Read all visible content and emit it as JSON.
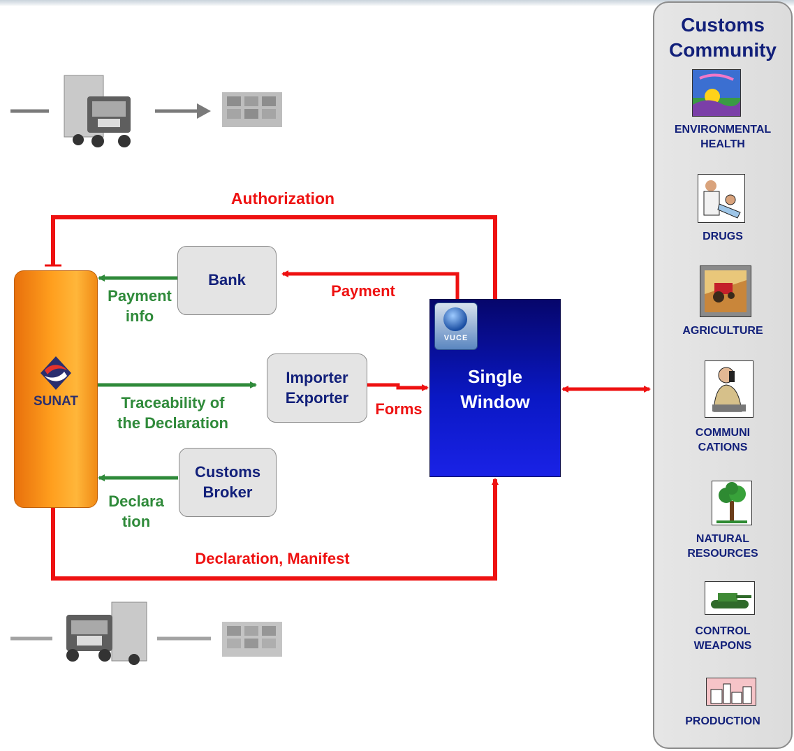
{
  "labels": {
    "authorization": "Authorization",
    "payment": "Payment",
    "payment_info_line1": "Payment",
    "payment_info_line2": "info",
    "traceability_line1": "Traceability of",
    "traceability_line2": "the Declaration",
    "forms": "Forms",
    "declaration_line1": "Declara",
    "declaration_line2": "tion",
    "declaration_manifest": "Declaration, Manifest"
  },
  "nodes": {
    "sunat": "SUNAT",
    "bank": "Bank",
    "importer_line1": "Importer",
    "importer_line2": "Exporter",
    "broker_line1": "Customs",
    "broker_line2": "Broker",
    "single_window_line1": "Single",
    "single_window_line2": "Window",
    "vuce": "VUCE"
  },
  "community": {
    "title_line1": "Customs",
    "title_line2": "Community",
    "items": [
      {
        "line1": "ENVIRONMENTAL",
        "line2": "HEALTH",
        "icon": "landscape-icon"
      },
      {
        "line1": "DRUGS",
        "line2": "",
        "icon": "doctor-icon"
      },
      {
        "line1": "AGRICULTURE",
        "line2": "",
        "icon": "tractor-icon"
      },
      {
        "line1": "COMMUNI",
        "line2": "CATIONS",
        "icon": "phone-user-icon"
      },
      {
        "line1": "NATURAL",
        "line2": "RESOURCES",
        "icon": "tree-icon"
      },
      {
        "line1": "CONTROL",
        "line2": "WEAPONS",
        "icon": "tank-icon"
      },
      {
        "line1": "PRODUCTION",
        "line2": "",
        "icon": "factory-icon"
      }
    ]
  },
  "colors": {
    "red_flow": "#ee1111",
    "green_flow": "#2f8a3a",
    "navy_text": "#12207a",
    "sunat_orange": "#ff9f1e",
    "single_window_blue": "#0a18c4"
  }
}
